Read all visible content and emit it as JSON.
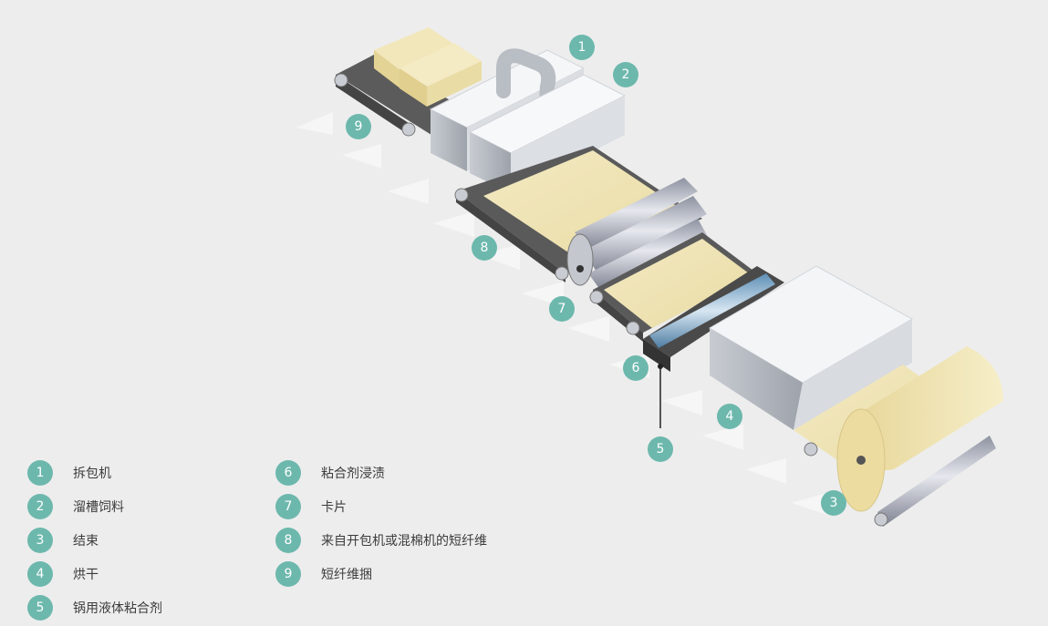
{
  "legend": [
    {
      "num": "1",
      "label": "拆包机"
    },
    {
      "num": "2",
      "label": "溜槽饲料"
    },
    {
      "num": "3",
      "label": "结束"
    },
    {
      "num": "4",
      "label": "烘干"
    },
    {
      "num": "5",
      "label": "锅用液体粘合剂"
    },
    {
      "num": "6",
      "label": "粘合剂浸渍"
    },
    {
      "num": "7",
      "label": "卡片"
    },
    {
      "num": "8",
      "label": "来自开包机或混棉机的短纤维"
    },
    {
      "num": "9",
      "label": "短纤维捆"
    }
  ],
  "colors": {
    "marker": "#6db8ad",
    "background": "#ededed",
    "fiber": "#efe3b4",
    "belt": "#555555",
    "machine": "#e4e7ea"
  }
}
